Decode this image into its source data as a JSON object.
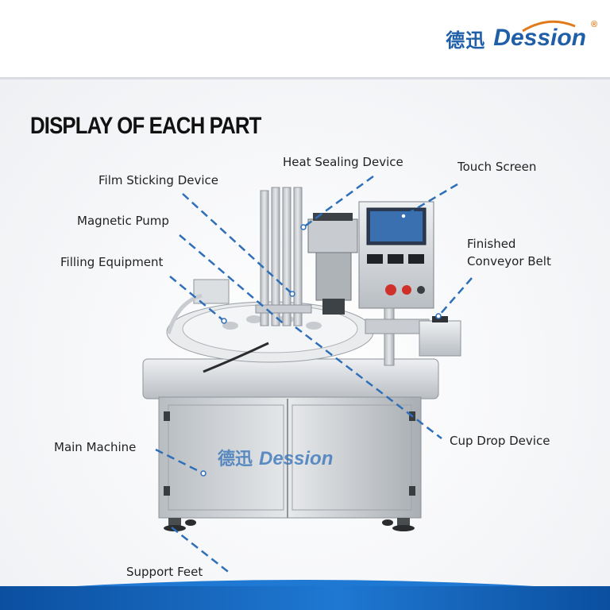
{
  "brand": {
    "cn_name": "德迅",
    "en_name": "Dession",
    "registered_mark": "®",
    "color": "#1f5fa8"
  },
  "title": "DISPLAY OF EACH PART",
  "labels": {
    "heat_sealing_device": "Heat Sealing Device",
    "touch_screen": "Touch Screen",
    "film_sticking_device": "Film Sticking Device",
    "magnetic_pump": "Magnetic Pump",
    "filling_equipment": "Filling Equipment",
    "finished_conveyor_belt_line1": "Finished",
    "finished_conveyor_belt_line2": "Conveyor Belt",
    "cup_drop_device": "Cup Drop Device",
    "main_machine": "Main Machine",
    "support_feet": "Support Feet"
  },
  "machine_branding": {
    "cn_name": "德迅",
    "en_name": "Dession"
  },
  "colors": {
    "leader_lines": "#2f6fb8",
    "steel_light": "#d9dcdf",
    "steel_dark": "#9aa0a6",
    "screen": "#3a6fb0",
    "accent_red": "#d0302a",
    "bottom_band": "#0b4fa0"
  }
}
